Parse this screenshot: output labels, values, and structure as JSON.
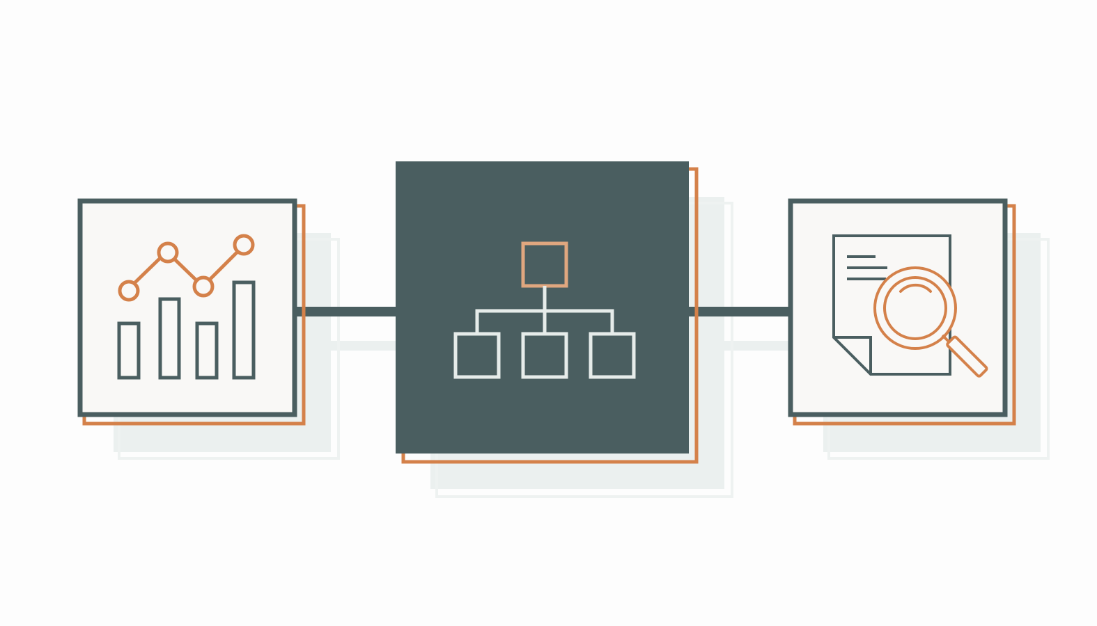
{
  "colors": {
    "background": "#fdfdfd",
    "dark": "#4a5e60",
    "accent": "#d4814a",
    "accent_light": "#e0a77f",
    "card_fill": "#f9f8f6",
    "shadow": "#ebf0ef",
    "icon_light": "#e6ecea"
  },
  "nodes": [
    {
      "icon": "analytics-chart-icon",
      "style": "light"
    },
    {
      "icon": "hierarchy-org-chart-icon",
      "style": "dark"
    },
    {
      "icon": "document-search-icon",
      "style": "light"
    }
  ]
}
